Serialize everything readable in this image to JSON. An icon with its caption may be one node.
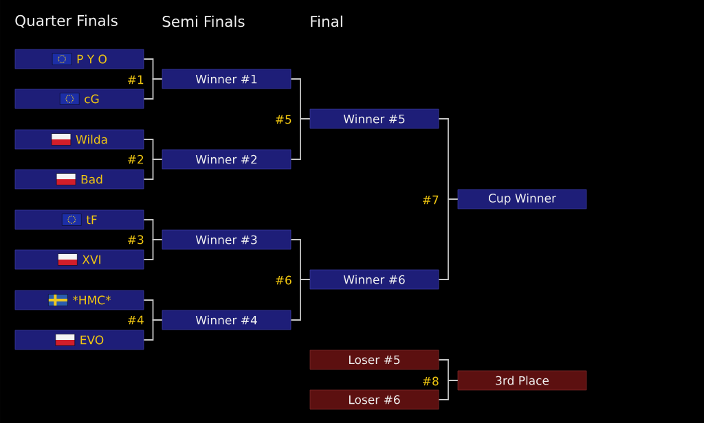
{
  "diagram": {
    "nodes": [
      {
        "text": [
          "P Y O"
        ]
      },
      {
        "text": [
          "cG"
        ]
      },
      {
        "text": [
          "Wilda"
        ]
      },
      {
        "text": [
          "Bad"
        ]
      },
      {
        "text": [
          "tF"
        ]
      },
      {
        "text": [
          "XVI"
        ]
      },
      {
        "text": [
          "*HMC*"
        ]
      },
      {
        "text": [
          "EVO"
        ]
      },
      {
        "text": [
          "Winner #1"
        ]
      },
      {
        "text": [
          "Winner #2"
        ]
      },
      {
        "text": [
          "Winner #3"
        ]
      },
      {
        "text": [
          "Winner #4"
        ]
      },
      {
        "text": [
          "Winner #5"
        ]
      },
      {
        "text": [
          "Winner #6"
        ]
      },
      {
        "text": [
          "Loser #5"
        ]
      },
      {
        "text": [
          "Loser #6"
        ]
      },
      {
        "text": [
          "Cup Winner"
        ]
      },
      {
        "text": [
          "3rd Place"
        ]
      }
    ],
    "edges": [
      {
        "from": 0,
        "to": 8,
        "arrow": "none"
      },
      {
        "from": 1,
        "to": 8,
        "arrow": "none"
      },
      {
        "from": 2,
        "to": 9,
        "arrow": "none"
      },
      {
        "from": 3,
        "to": 9,
        "arrow": "none"
      },
      {
        "from": 4,
        "to": 10,
        "arrow": "none"
      },
      {
        "from": 5,
        "to": 10,
        "arrow": "none"
      },
      {
        "from": 6,
        "to": 11,
        "arrow": "none"
      },
      {
        "from": 7,
        "to": 11,
        "arrow": "none"
      },
      {
        "from": 8,
        "to": 12,
        "arrow": "none"
      },
      {
        "from": 9,
        "to": 12,
        "arrow": "none"
      },
      {
        "from": 10,
        "to": 13,
        "arrow": "none"
      },
      {
        "from": 11,
        "to": 13,
        "arrow": "none"
      },
      {
        "from": 12,
        "to": 16,
        "arrow": "none"
      },
      {
        "from": 13,
        "to": 16,
        "arrow": "none"
      },
      {
        "from": 14,
        "to": 17,
        "arrow": "none"
      },
      {
        "from": 15,
        "to": 17,
        "arrow": "none"
      }
    ],
    "labels": [
      "Quarter Finals",
      "Semi Finals",
      "Final",
      "#1",
      "#5",
      "#2",
      "#7",
      "#3",
      "#6",
      "#4",
      "#8"
    ]
  }
}
